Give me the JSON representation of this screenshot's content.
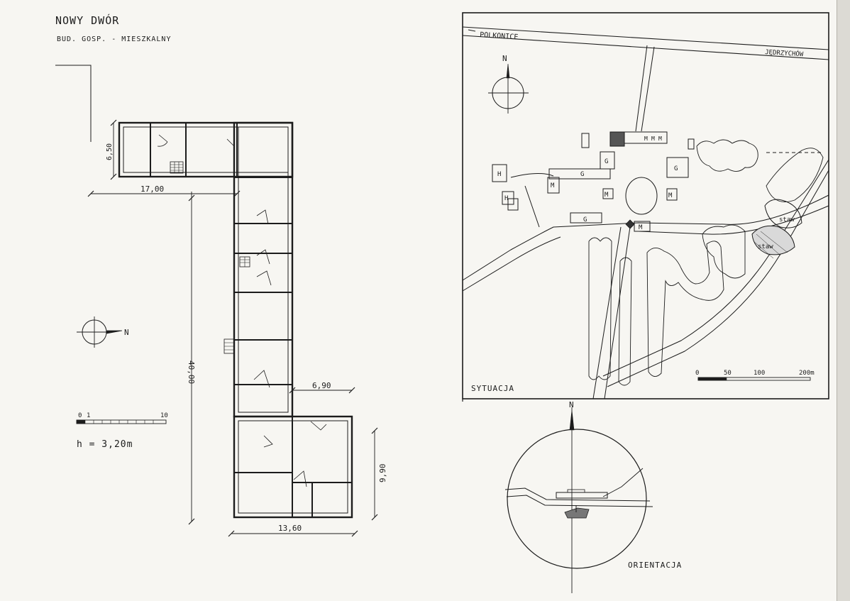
{
  "title": "NOWY DWÓR",
  "subtitle": "BUD. GOSP. - MIESZKALNY",
  "plan": {
    "dim_width_top": "17,00",
    "dim_height_top": "6,50",
    "dim_length": "40,00",
    "dim_wing": "6,90",
    "dim_height_bottom": "9,90",
    "dim_width_bottom": "13,60",
    "scale_left": "0",
    "scale_mid": "1",
    "scale_right": "10",
    "height_note": "h = 3,20m",
    "north": "N"
  },
  "site_plan": {
    "label": "SYTUACJA",
    "road_west": "POLKONICE",
    "road_east": "JĘDRZYCHÓW",
    "north": "N",
    "building_labels": [
      "H",
      "H",
      "G",
      "G",
      "G",
      "G",
      "M",
      "M",
      "M",
      "M",
      "M",
      "M",
      "M"
    ],
    "pond_1": "staw",
    "pond_2": "staw",
    "scale_ticks": [
      "0",
      "50",
      "100",
      "200m"
    ]
  },
  "orientation": {
    "label": "ORIENTACJA",
    "north": "N"
  }
}
